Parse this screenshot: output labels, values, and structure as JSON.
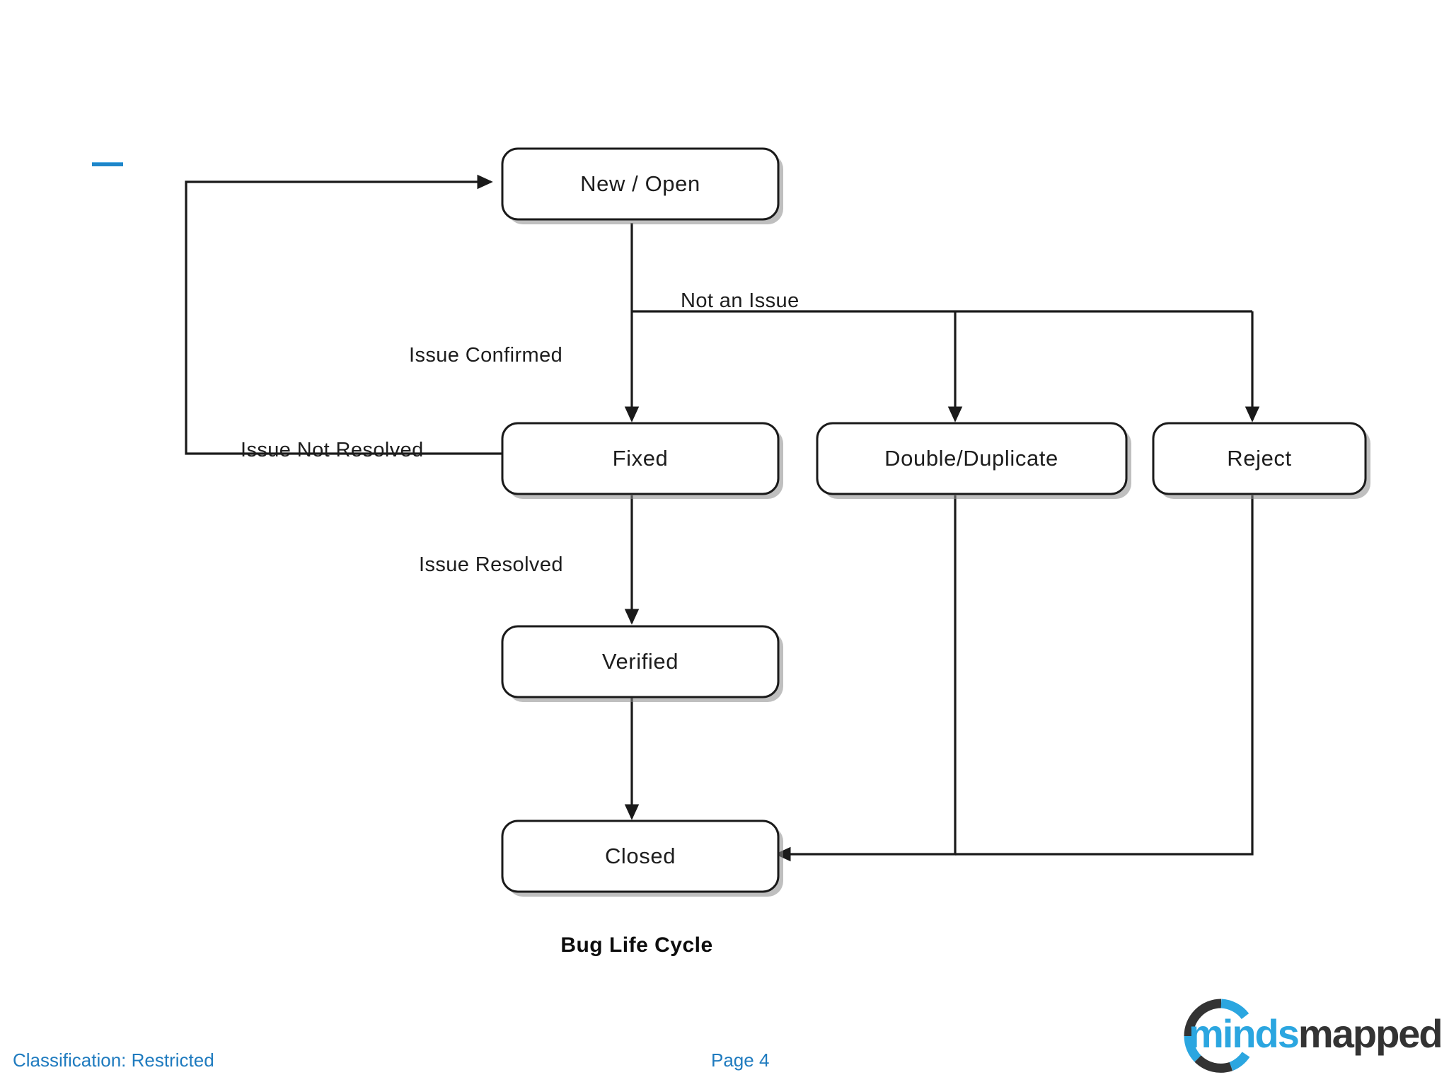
{
  "diagram": {
    "caption": "Bug Life Cycle",
    "nodes": [
      {
        "id": "new_open",
        "label": "New / Open"
      },
      {
        "id": "fixed",
        "label": "Fixed"
      },
      {
        "id": "duplicate",
        "label": "Double/Duplicate"
      },
      {
        "id": "reject",
        "label": "Reject"
      },
      {
        "id": "verified",
        "label": "Verified"
      },
      {
        "id": "closed",
        "label": "Closed"
      }
    ],
    "edge_labels": {
      "not_an_issue": "Not an Issue",
      "issue_confirmed": "Issue Confirmed",
      "issue_not_resolved": "Issue Not Resolved",
      "issue_resolved": "Issue Resolved"
    },
    "edges": [
      {
        "from": "new_open",
        "to": "fixed",
        "label": "Issue Confirmed"
      },
      {
        "from": "new_open",
        "to": "duplicate",
        "label": "Not an Issue"
      },
      {
        "from": "new_open",
        "to": "reject",
        "label": "Not an Issue"
      },
      {
        "from": "fixed",
        "to": "new_open",
        "label": "Issue Not Resolved"
      },
      {
        "from": "fixed",
        "to": "verified",
        "label": "Issue Resolved"
      },
      {
        "from": "verified",
        "to": "closed",
        "label": ""
      },
      {
        "from": "duplicate",
        "to": "closed",
        "label": ""
      },
      {
        "from": "reject",
        "to": "closed",
        "label": ""
      }
    ]
  },
  "footer": {
    "classification": "Classification: Restricted",
    "page": "Page 4"
  },
  "logo": {
    "text_primary": "minds",
    "text_secondary": "mapped",
    "color_blue": "#2ba6e0",
    "color_dark": "#333333"
  },
  "colors": {
    "accent_blue": "#1f86c9",
    "footer_blue": "#1f7bbf",
    "line": "#1a1a1a"
  }
}
